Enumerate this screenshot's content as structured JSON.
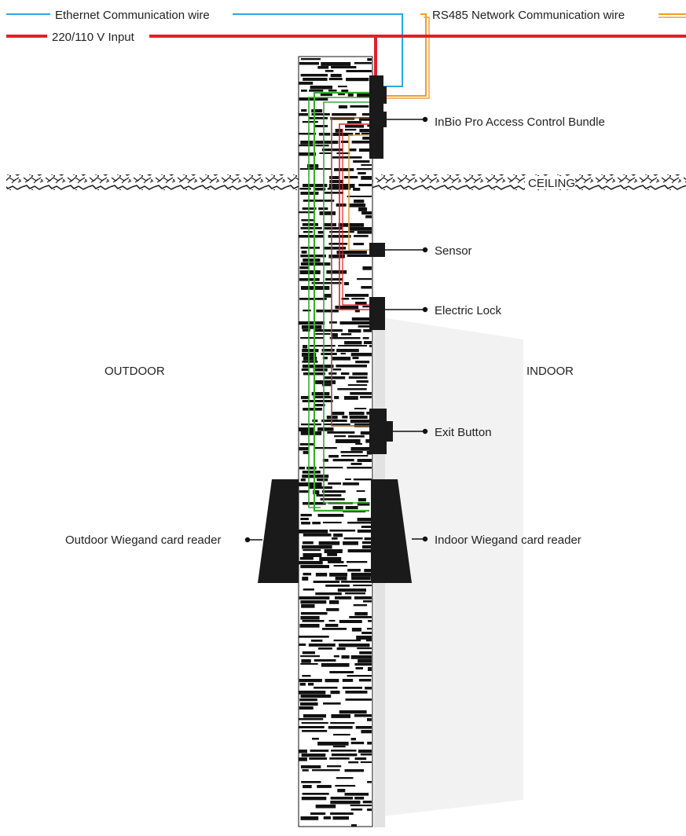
{
  "legend": {
    "ethernet": {
      "label": "Ethernet Communication wire",
      "color": "#29a8e0"
    },
    "rs485": {
      "label": "RS485 Network Communication wire",
      "color": "#f29c1f",
      "color2": "#e8a34a"
    },
    "power": {
      "label": "220/110 V Input",
      "color": "#e0202a"
    }
  },
  "wire_colors": {
    "green": "#3aaa35",
    "brown": "#8c5a2b",
    "orange": "#e5a04a",
    "red": "#e0202a"
  },
  "labels": {
    "controller": "InBio Pro Access Control Bundle",
    "ceiling": "CEILING",
    "sensor": "Sensor",
    "lock": "Electric Lock",
    "outdoor": "OUTDOOR",
    "indoor": "INDOOR",
    "exit": "Exit Button",
    "outdoor_reader": "Outdoor Wiegand card reader",
    "indoor_reader": "Indoor Wiegand card reader"
  }
}
